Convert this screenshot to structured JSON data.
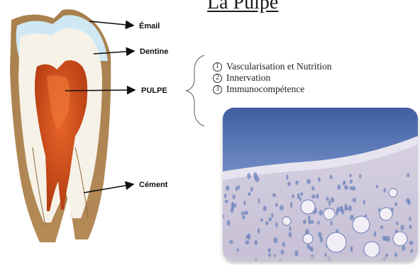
{
  "page": {
    "title": "La Pulpe"
  },
  "tooth_labels": {
    "email": "Émail",
    "dentine": "Dentine",
    "pulpe": "PULPE",
    "cement": "Cément"
  },
  "functions": [
    {
      "number": "1",
      "label": "Vascularisation et Nutrition"
    },
    {
      "number": "2",
      "label": "Innervation"
    },
    {
      "number": "3",
      "label": "Immunocompétence"
    }
  ],
  "colors": {
    "pulp": "#d9541f",
    "dentine": "#f3efe4",
    "enamel": "#bfe0f0",
    "odontoblast_layer": "#5a78b8",
    "stain_background": "#c9c3d6"
  }
}
